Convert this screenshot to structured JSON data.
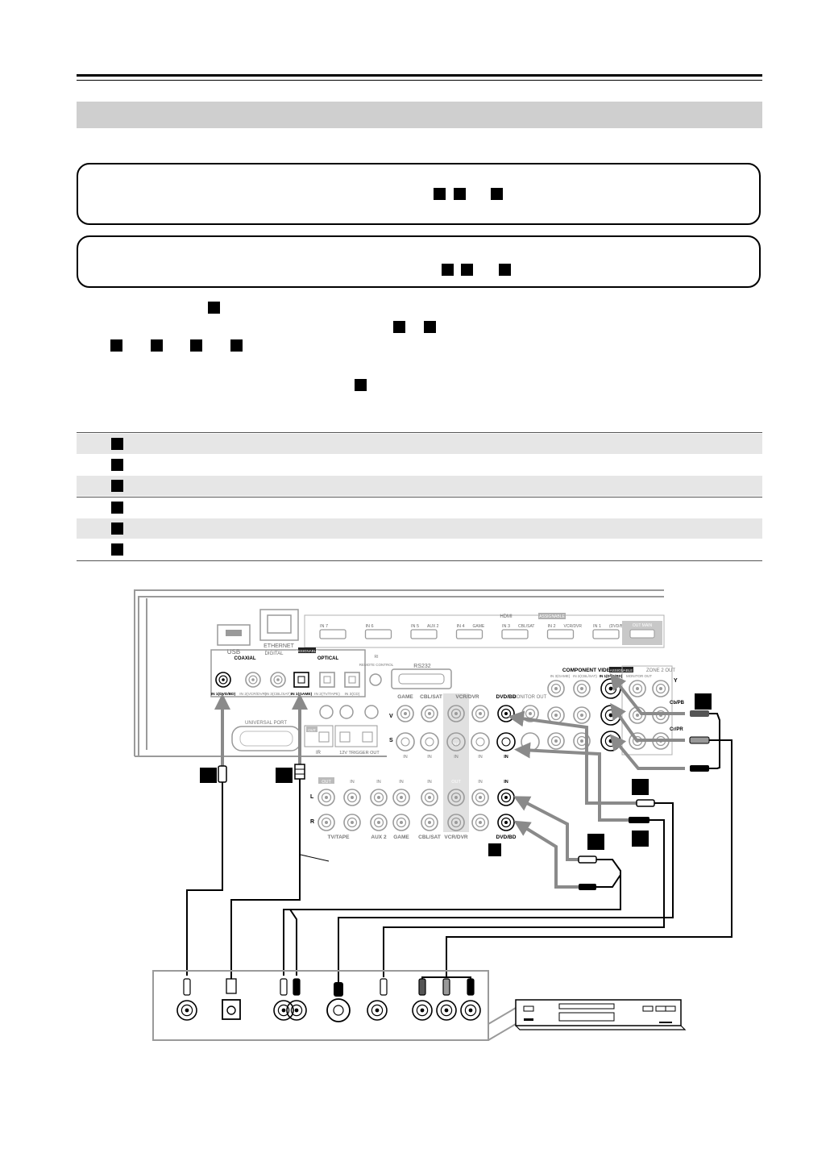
{
  "receiver_panel": {
    "hdmi_title": "HDMI",
    "hdmi_badge": "ASSIGNABLE",
    "hdmi_inputs": [
      {
        "num": "IN 7",
        "name": ""
      },
      {
        "num": "IN 6",
        "name": ""
      },
      {
        "num": "IN 5",
        "name": "AUX 2"
      },
      {
        "num": "IN 4",
        "name": "GAME"
      },
      {
        "num": "IN 3",
        "name": "CBL/SAT"
      },
      {
        "num": "IN 2",
        "name": "VCR/DVR"
      },
      {
        "num": "IN 1",
        "name": "(DVD/BD)"
      }
    ],
    "hdmi_out": "OUT MAIN",
    "usb": "USB",
    "ethernet": "ETHERNET",
    "digital": "DIGITAL",
    "coaxial": "COAXIAL",
    "optical_badge": "ASSIGNABLE",
    "optical": "OPTICAL",
    "coax_in": [
      "IN 1(DVD/BD)",
      "IN 2(VCR/DVR)",
      "IN 3(CBL/SAT)"
    ],
    "opt_in": [
      "IN 1(GAME)",
      "IN 2(TV/TAPE)",
      "IN 3(CD)"
    ],
    "remote_control": "REMOTE CONTROL",
    "ri": "RI",
    "rs232": "RS232",
    "universal_port": "UNIVERSAL PORT",
    "ir": "IR",
    "ir_out": "OUT",
    "trigger_out": "12V TRIGGER OUT",
    "component_video": "COMPONENT VIDEO",
    "component_badge": "ASSIGNABLE",
    "component_inputs": [
      "IN 3(GAME)",
      "IN 2(CBL/SAT)",
      "IN 1(DVD/BD)",
      "MONITOR OUT"
    ],
    "zone2_out": "ZONE 2 OUT",
    "y": "Y",
    "cb": "Cb/PB",
    "cr": "Cr/PR",
    "sources_video": [
      "GAME",
      "CBL/SAT",
      "VCR/DVR",
      "DVD/BD"
    ],
    "monitor_out": "MONITOR OUT",
    "v": "V",
    "s": "S",
    "in_label": "IN",
    "out_label": "OUT",
    "l": "L",
    "r": "R",
    "sources_audio": [
      "TV/TAPE",
      "AUX 2",
      "GAME",
      "CBL/SAT",
      "VCR/DVR",
      "DVD/BD"
    ]
  }
}
